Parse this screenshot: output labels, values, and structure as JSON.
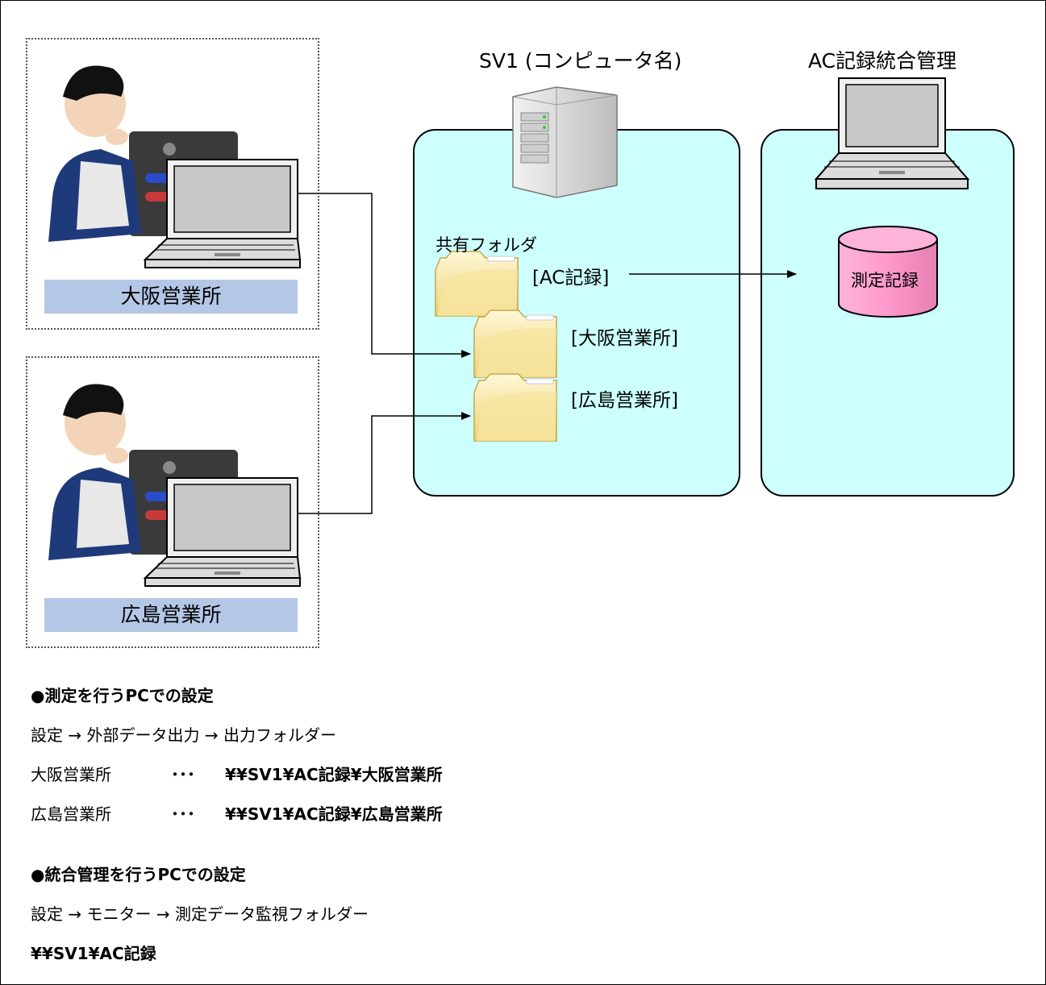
{
  "diagram": {
    "server_title": "SV1 (コンピュータ名)",
    "integrated_title": "AC記録統合管理",
    "shared_folder_caption": "共有フォルダ",
    "folders": {
      "ac_record": "[AC記録]",
      "osaka": "[大阪営業所]",
      "hiroshima": "[広島営業所]"
    },
    "database_label": "測定記録",
    "offices": {
      "osaka": "大阪営業所",
      "hiroshima": "広島営業所"
    }
  },
  "notes": {
    "measure_heading": "●測定を行うPCでの設定",
    "measure_path": "設定 → 外部データ出力 → 出力フォルダー",
    "osaka_name": "大阪営業所",
    "osaka_dots": "･･･",
    "osaka_path": "¥¥SV1¥AC記録¥大阪営業所",
    "hiroshima_name": "広島営業所",
    "hiroshima_dots": "･･･",
    "hiroshima_path": "¥¥SV1¥AC記録¥広島営業所",
    "integrated_heading": "●統合管理を行うPCでの設定",
    "integrated_path": "設定 → モニター → 測定データ監視フォルダー",
    "integrated_value": "¥¥SV1¥AC記録"
  },
  "colors": {
    "panel": "#ccfffe",
    "office_label": "#b4c7e7",
    "database": "#ff99cc",
    "folder": "#f5e6a3"
  }
}
